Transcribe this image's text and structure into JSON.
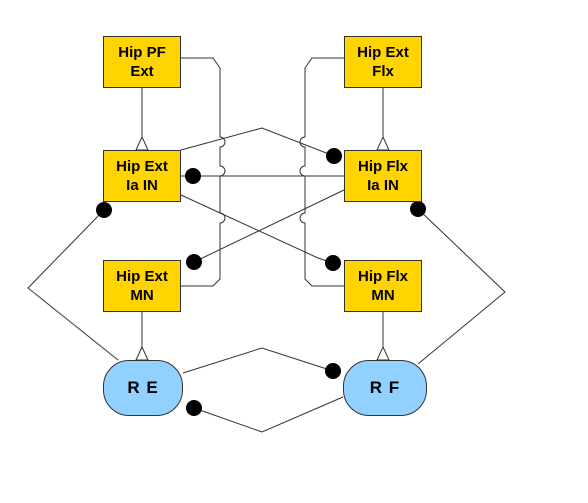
{
  "nodes": {
    "hip_pf_ext": "Hip PF\nExt",
    "hip_ext_flx": "Hip Ext\nFlx",
    "hip_ext_ia_in": "Hip Ext\nIa IN",
    "hip_flx_ia_in": "Hip Flx\nIa IN",
    "hip_ext_mn": "Hip Ext\nMN",
    "hip_flx_mn": "Hip Flx\nMN",
    "re": "R E",
    "rf": "R F"
  },
  "colors": {
    "neuron_fill": "#ffd400",
    "renshaw_fill": "#91d0ff",
    "line": "#333333",
    "inhibitory_terminal": "#000000"
  },
  "legend_markers": {
    "excitatory": "open-triangle-arrow",
    "inhibitory": "filled-circle"
  }
}
